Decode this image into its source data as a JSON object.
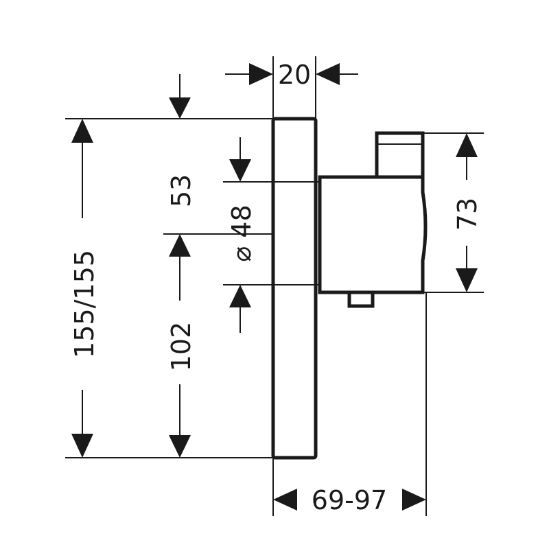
{
  "dimensions": {
    "plate_depth": "20",
    "total_height": "155/155",
    "upper_offset": "53",
    "diameter": "⌀ 48",
    "lower_offset": "102",
    "body_height": "73",
    "projection": "69-97"
  },
  "colors": {
    "line": "#1a1a1a",
    "background": "#ffffff"
  }
}
